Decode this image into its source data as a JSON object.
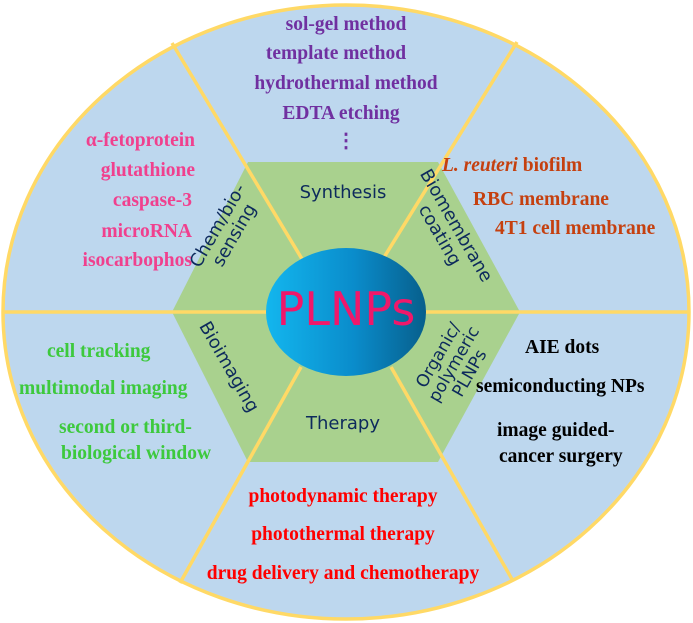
{
  "title": "PLNPs",
  "colors": {
    "outer_fill": "#bdd7ee",
    "border": "#ffd966",
    "hex_fill": "#a9d18e",
    "center_start": "#13b6ee",
    "center_end": "#075f8c",
    "center_text": "#f0186a",
    "hex_text": "#0d2a5c"
  },
  "segments": {
    "synthesis": {
      "label": "Synthesis",
      "color": "#7030a0",
      "items": [
        "sol-gel method",
        "template method",
        "hydrothermal method",
        "EDTA etching",
        "⋮"
      ]
    },
    "biomembrane": {
      "label_line1": "Biomembrane",
      "label_line2": "coating",
      "color": "#c5400f",
      "items": [
        {
          "italic": "L. reuteri",
          "rest": " biofilm"
        },
        {
          "text": "RBC membrane"
        },
        {
          "text": "4T1 cell membrane"
        }
      ]
    },
    "organic": {
      "label_line1": "Organic/",
      "label_line2": "polymeric",
      "label_line3": "PLNPs",
      "color": "#000000",
      "items": [
        "AIE dots",
        "semiconducting NPs",
        "image guided-",
        "cancer surgery"
      ]
    },
    "therapy": {
      "label": "Therapy",
      "color": "#ff0000",
      "items": [
        "photodynamic therapy",
        "photothermal therapy",
        "drug delivery and chemotherapy"
      ]
    },
    "bioimaging": {
      "label": "Bioimaging",
      "color": "#3dc93d",
      "items": [
        "cell tracking",
        "multimodal imaging",
        "second or third-",
        "biological window"
      ]
    },
    "sensing": {
      "label_line1": "Chem/bio-",
      "label_line2": "sensing",
      "color": "#f0408e",
      "items": [
        "α-fetoprotein",
        "glutathione",
        "caspase-3",
        "microRNA",
        "isocarbophos"
      ]
    }
  }
}
